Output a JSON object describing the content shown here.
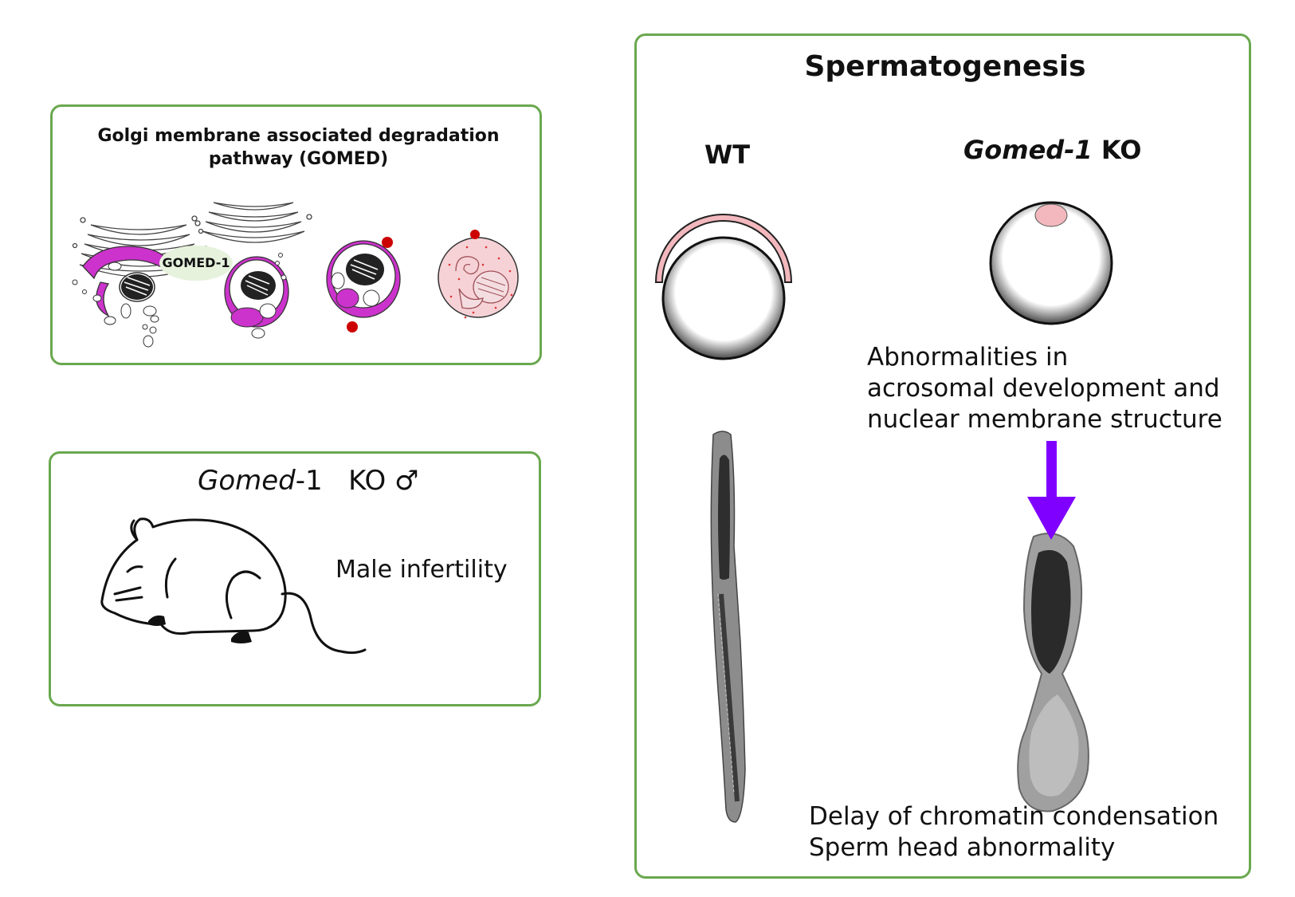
{
  "gomed_panel": {
    "title_line1": "Golgi membrane associated degradation",
    "title_line2": "pathway (GOMED)",
    "bubble_label": "GOMED-1"
  },
  "ko_panel": {
    "gene_italic": "Gomed",
    "gene_suffix": "-1",
    "ko_text": "KO",
    "male_symbol": "♂",
    "phenotype": "Male infertility"
  },
  "sperm_panel": {
    "title": "Spermatogenesis",
    "wt_label": "WT",
    "ko_gene_italic": "Gomed-1",
    "ko_suffix": " KO",
    "abnormality_line1": "Abnormalities in",
    "abnormality_line2": "acrosomal development and",
    "abnormality_line3": "nuclear membrane structure",
    "result_line1": "Delay of chromatin condensation",
    "result_line2": "Sperm head abnormality"
  },
  "colors": {
    "panel_border": "#6aa84f",
    "magenta": "#cc33cc",
    "acrosome_pink": "#f2b8bd",
    "arrow_purple": "#8000ff",
    "lysosome_red": "#cc0000",
    "bubble_green": "#e6f2dc"
  }
}
